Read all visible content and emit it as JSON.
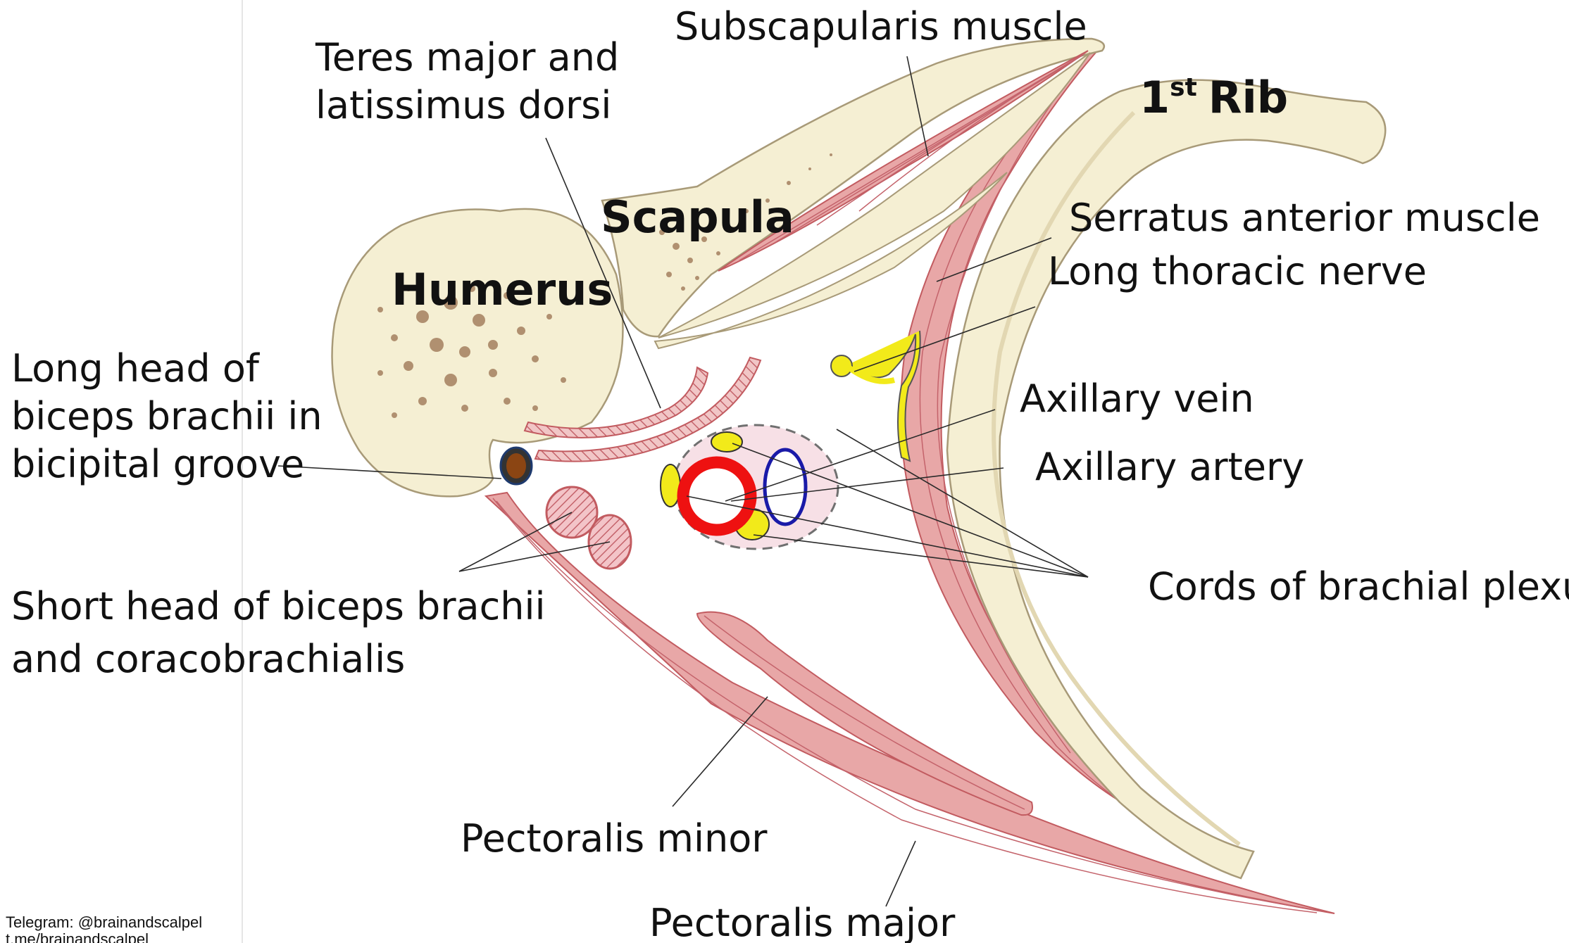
{
  "labels": {
    "subscapularis": "Subscapularis muscle",
    "teres_line1": "Teres major and",
    "teres_line2": "latissimus dorsi",
    "first_rib_num": "1",
    "first_rib_sup": "st",
    "first_rib_word": "Rib",
    "scapula": "Scapula",
    "humerus": "Humerus",
    "serratus": "Serratus anterior muscle",
    "long_thoracic": "Long thoracic nerve",
    "long_head_line1": "Long head of",
    "long_head_line2": "biceps brachii in",
    "long_head_line3": "bicipital groove",
    "axillary_vein": "Axillary vein",
    "axillary_artery": "Axillary artery",
    "cords": "Cords of brachial plexus",
    "short_head_line1": "Short head of biceps brachii",
    "short_head_line2": "and coracobrachialis",
    "pectoralis_minor": "Pectoralis minor",
    "pectoralis_major": "Pectoralis major"
  },
  "watermark": {
    "line1": "Telegram: @brainandscalpel",
    "line2": "t.me/brainandscalpel"
  },
  "colors": {
    "bone": "#f5efd3",
    "bone_outline": "#a89a78",
    "bone_spots": "#b09070",
    "muscle": "#e8a7a7",
    "muscle_stripe": "#c4636b",
    "sheath": "#f7e0e6",
    "artery": "#ee1111",
    "vein": "#1a1aa8",
    "nerve": "#f2ea1a"
  }
}
